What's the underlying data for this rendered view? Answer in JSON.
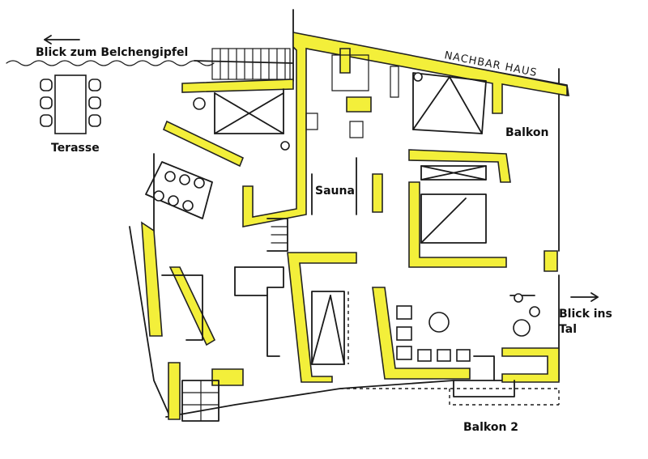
{
  "labels": {
    "blick_belchen": "Blick zum Belchengipfel",
    "terasse": "Terasse",
    "nachbar_haus": "NACHBAR HAUS",
    "balkon": "Balkon",
    "sauna": "Sauna",
    "blick_tal_line1": "Blick ins",
    "blick_tal_line2": "Tal",
    "balkon_2": "Balkon 2"
  },
  "colors": {
    "wall_fill": "#f3ef3a",
    "ink": "#1a1a1a",
    "background": "#ffffff"
  },
  "icons": [
    "arrow-left-icon",
    "arrow-right-icon"
  ]
}
